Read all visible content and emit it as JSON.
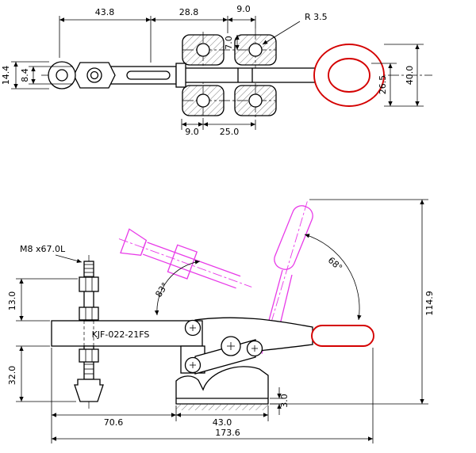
{
  "colors": {
    "geometry": "#000000",
    "handle_grip": "#d40000",
    "phantom": "#e83ae8",
    "hatch": "#555555",
    "background": "#ffffff"
  },
  "top_view": {
    "dim_width_a": "43.8",
    "dim_width_b": "28.8",
    "dim_width_c": "9.0",
    "radius_label": "R 3.5",
    "dim_height_a": "14.4",
    "dim_height_b": "8.4",
    "dim_hole_offset": "7.0",
    "dim_handle_inner": "26.5",
    "dim_handle_outer": "40.0",
    "dim_base_offset": "9.0",
    "dim_hole_pitch": "25.0"
  },
  "side_view": {
    "part_number": "KJF-022-21FS",
    "spindle_spec": "M8 x67.0L",
    "dim_nut_height": "13.0",
    "dim_spindle_drop": "32.0",
    "angle_open": "83°",
    "angle_handle": "68°",
    "dim_overall_height": "114.9",
    "dim_span_a": "70.6",
    "dim_span_b": "43.0",
    "dim_plate": "3.0",
    "dim_overall_length": "173.6"
  }
}
